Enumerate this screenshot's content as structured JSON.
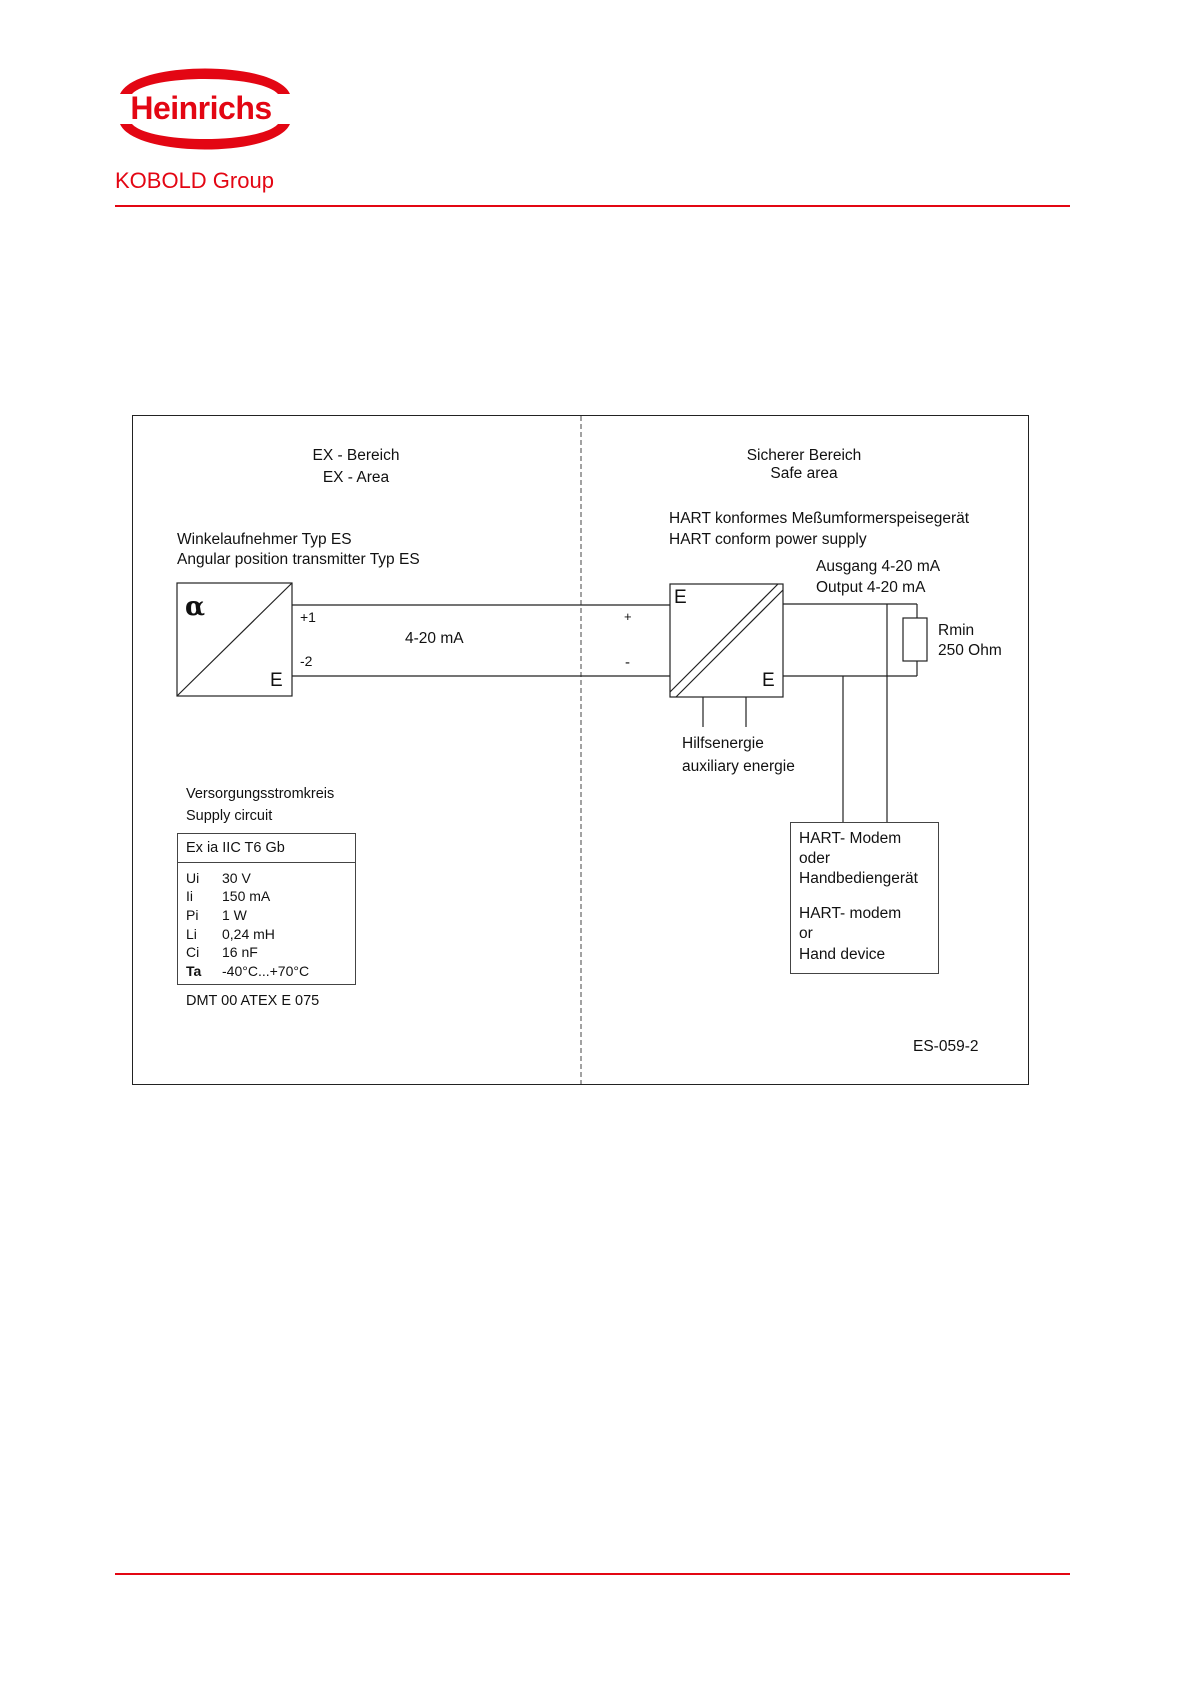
{
  "header": {
    "logo_name": "Heinrichs",
    "logo_group": "KOBOLD Group",
    "brand_color": "#e30613"
  },
  "diagram": {
    "ex_zone": {
      "title_de": "EX - Bereich",
      "title_en": "EX - Area"
    },
    "safe_zone": {
      "title_de": "Sicherer Bereich",
      "title_en": "Safe area"
    },
    "transmitter": {
      "label_de": "Winkelaufnehmer Typ ES",
      "label_en": "Angular position transmitter Typ ES",
      "symbol": "α",
      "corner_label": "E"
    },
    "loop": {
      "terminal_plus": "+1",
      "terminal_minus": "-2",
      "signal": "4-20 mA",
      "supply_plus": "+",
      "supply_minus": "-"
    },
    "power_supply": {
      "label_de": "HART konformes Meßumformerspeisegerät",
      "label_en": "HART conform power supply",
      "in_label": "E",
      "out_label": "E",
      "output_de": "Ausgang 4-20 mA",
      "output_en": "Output 4-20 mA",
      "resistor_name": "Rmin",
      "resistor_value": "250 Ohm",
      "aux_de": "Hilfsenergie",
      "aux_en": "auxiliary energie"
    },
    "supply_circuit": {
      "title_de": "Versorgungsstromkreis",
      "title_en": "Supply circuit",
      "marking": "Ex ia IIC T6 Gb",
      "specs": [
        {
          "key": "Ui",
          "value": "30 V"
        },
        {
          "key": "Ii",
          "value": "150 mA"
        },
        {
          "key": "Pi",
          "value": "1 W"
        },
        {
          "key": "Li",
          "value": "0,24 mH"
        },
        {
          "key": "Ci",
          "value": "16 nF"
        },
        {
          "key": "Ta",
          "value": "-40°C...+70°C"
        }
      ],
      "certificate": "DMT 00 ATEX E 075"
    },
    "modem": {
      "line1_de": "HART- Modem",
      "line2_de": "oder",
      "line3_de": "Handbediengerät",
      "line1_en": "HART- modem",
      "line2_en": "or",
      "line3_en": "Hand device"
    },
    "drawing_number": "ES-059-2"
  }
}
